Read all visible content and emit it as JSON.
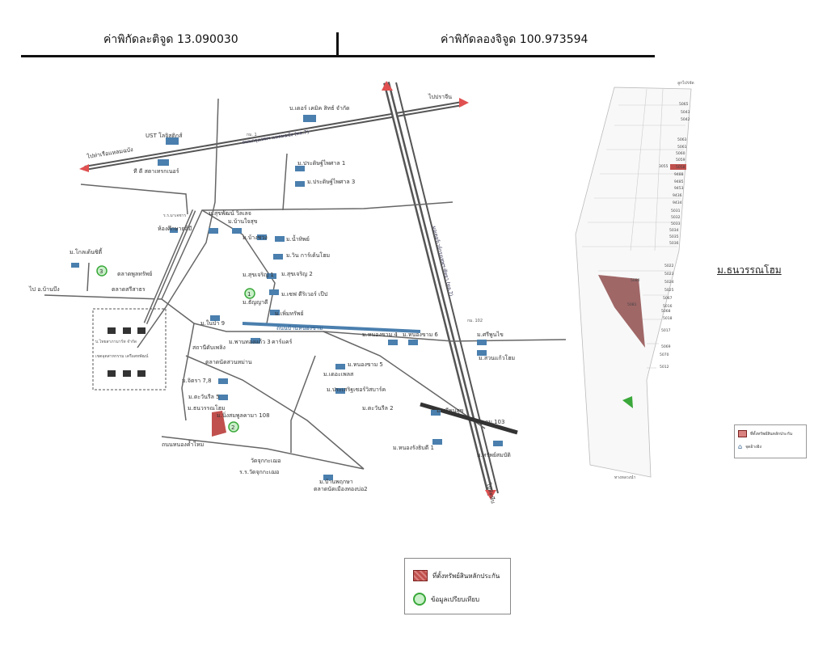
{
  "header": {
    "latitude_label": "ค่าพิกัดละติจูด 13.090030",
    "longitude_label": "ค่าพิกัดลองจิจูด 100.973594"
  },
  "map": {
    "to_prachinburi": "ไปปราจีน",
    "to_chonburi": "ไปท่าเรือแหลมฉบัง",
    "to_sattahip": "ไปสัตหีบ",
    "to_banbueng": "ไป อ.บ้านบึง",
    "km_1": "กม. 1",
    "km_102": "กม. 102",
    "km_103": "กม.103",
    "road_main": "ถนนกรุงเทพฯ-แหลมฉบัง (ทล.7)",
    "road_motorway": "มอเตอร์เวย์กรุงเทพฯ-พัทยา (ทล.7)",
    "road_nongkham": "ถนนบ้านหนองขาม",
    "road_local": "ถนนหนองค้ำไหม",
    "places": [
      {
        "name": "บ.เดอร์ เคมิค สิทธ์ จำกัด"
      },
      {
        "name": "UST โลจิสติกส์"
      },
      {
        "name": "ที ดี สตาเทรกเนอร์"
      },
      {
        "name": "ม.ประดิษฐ์ไพศาล 1"
      },
      {
        "name": "ม.ประดิษฐ์ไพศาล 3"
      },
      {
        "name": "ม.สุขพัฒน์ วิลเลจ"
      },
      {
        "name": "ม.บ้านใจสุข"
      },
      {
        "name": "ร.ร.มาเจชาร"
      },
      {
        "name": "ห้องศึกษายอ์มี"
      },
      {
        "name": "ม.บ้างชวง"
      },
      {
        "name": "ม.น้ำทิพย์"
      },
      {
        "name": "ม.วิน การ์เด้นโฮม"
      },
      {
        "name": "ม.สุขเจริญ 1"
      },
      {
        "name": "ม.สุขเจริญ 2"
      },
      {
        "name": "ม.ธัญญาดี"
      },
      {
        "name": "ม.เซฟ ดีริเวอร์ เป๊ป"
      },
      {
        "name": "ม.โกลเด้นซิตี้"
      },
      {
        "name": "ตลาดพูลทรัพย์"
      },
      {
        "name": "ตลาดสรีสาธร"
      },
      {
        "name": "ม.เพิ่มทรัพย์"
      },
      {
        "name": "ม.ในป่า 9"
      },
      {
        "name": "ม.พานทองแก้ว 3"
      },
      {
        "name": "คาร์แคร์"
      },
      {
        "name": "ม.หนองขาม 4"
      },
      {
        "name": "ม.หนองขาม 6"
      },
      {
        "name": "ม.ศรีพูนไข"
      },
      {
        "name": "ม.สวนแก้วโฮม"
      },
      {
        "name": "บ.ไทยสาภามาร์ท จำกัด"
      },
      {
        "name": "สถานีดับเพลิง"
      },
      {
        "name": "ตลาดนัดสวนหม่าน"
      },
      {
        "name": "ม.หนองขาม 5"
      },
      {
        "name": "ม.เดอะเพลส"
      },
      {
        "name": "ม.ประเสริฐเซอร์วิสบาร์ค"
      },
      {
        "name": "ม.จิตรา 7,8"
      },
      {
        "name": "ม.ตะวันรีล 2"
      },
      {
        "name": "ม.ตะวันรีล 5"
      },
      {
        "name": "ม.ธนวรรณโฮม"
      },
      {
        "name": "ม.นิ่งสมพูลคามา 108"
      },
      {
        "name": "ม.ศรีพูนสุข"
      },
      {
        "name": "ม.หนองรังธิบดี 1"
      },
      {
        "name": "ม.ทรัพย์สมบัติ"
      },
      {
        "name": "วัดจุกกะเฌอ"
      },
      {
        "name": "ร.ร.วัดจุกกะเฌอ"
      },
      {
        "name": "ม.บ้านพฤกษา"
      },
      {
        "name": "ตลาดนัดเมืองทองบ่อ2"
      },
      {
        "name": "เขตอุตสาหกรรม เครือสหพัฒน์"
      }
    ],
    "markers": [
      "1",
      "2",
      "3"
    ]
  },
  "plot_map": {
    "title": "ม.ธนวรรณโฮม",
    "top_label": "ลูกไปร่จัด",
    "bottom_label": "ทางหลวงนำ",
    "lot_numbers": [
      "5065",
      "5043",
      "5042",
      "5063",
      "5061",
      "5060",
      "5059",
      "3055",
      "5058",
      "9488",
      "9485",
      "9453",
      "9436",
      "9434",
      "5031",
      "5032",
      "5033",
      "5034",
      "5035",
      "5036",
      "5022",
      "5023",
      "5024",
      "5025",
      "5016",
      "5017",
      "5018",
      "5080",
      "5081",
      "5067",
      "5068",
      "5069",
      "5070",
      "5012"
    ]
  },
  "legend": {
    "collateral_label": "ที่ตั้งทรัพย์สินหลักประกัน",
    "comparison_label": "ข้อมูลเปรียบเทียบ"
  },
  "mini_legend": {
    "collateral_label": "ที่ตั้งทรัพย์สินหลักประกัน",
    "direction_label": "จุดอ้างอิง"
  },
  "colors": {
    "collateral": "#c0504d",
    "comparison": "#3aa83a",
    "road": "#555555",
    "motorway_arrow": "#e05050",
    "building": "#4a7fae",
    "brown_zone": "#7a2a2a"
  }
}
